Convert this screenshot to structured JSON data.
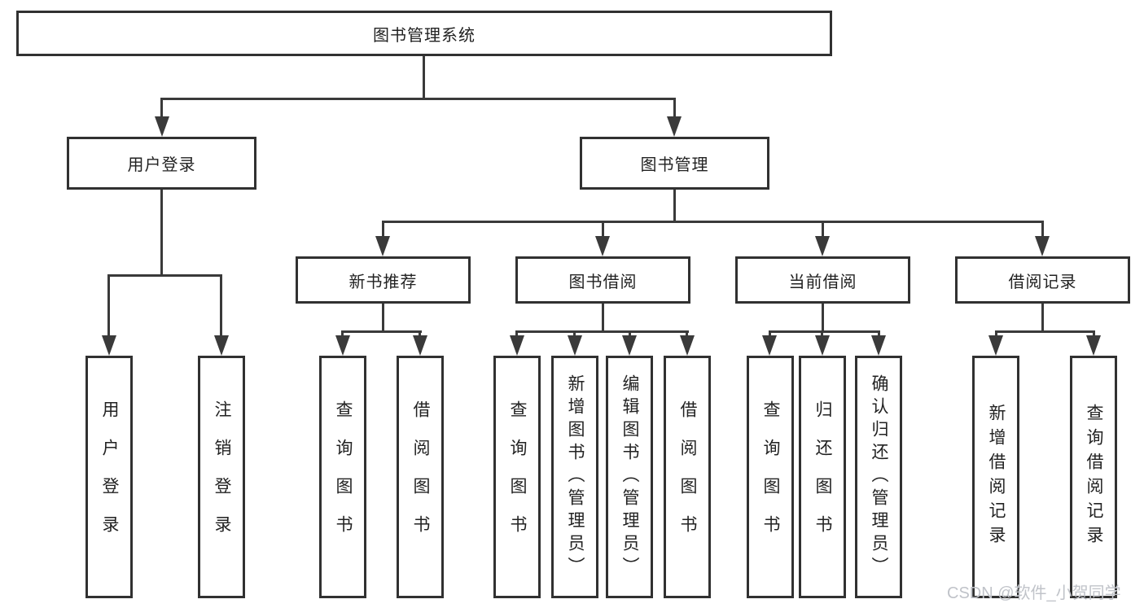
{
  "watermark": "CSDN @软件_小贺同学",
  "colors": {
    "line": "#3a3a3a",
    "box_border": "#313131",
    "text": "#222222",
    "watermark_text": "#c0c3c9",
    "background": "#ffffff"
  },
  "tree": {
    "label": "图书管理系统",
    "children": [
      {
        "label": "用户登录",
        "children": [
          {
            "label": "用户登录"
          },
          {
            "label": "注销登录"
          }
        ]
      },
      {
        "label": "图书管理",
        "children": [
          {
            "label": "新书推荐",
            "children": [
              {
                "label": "查询图书"
              },
              {
                "label": "借阅图书"
              }
            ]
          },
          {
            "label": "图书借阅",
            "children": [
              {
                "label": "查询图书"
              },
              {
                "label": "新增图书（管理员）"
              },
              {
                "label": "编辑图书（管理员）"
              },
              {
                "label": "借阅图书"
              }
            ]
          },
          {
            "label": "当前借阅",
            "children": [
              {
                "label": "查询图书"
              },
              {
                "label": "归还图书"
              },
              {
                "label": "确认归还（管理员）"
              }
            ]
          },
          {
            "label": "借阅记录",
            "children": [
              {
                "label": "新增借阅记录"
              },
              {
                "label": "查询借阅记录"
              }
            ]
          }
        ]
      }
    ]
  }
}
